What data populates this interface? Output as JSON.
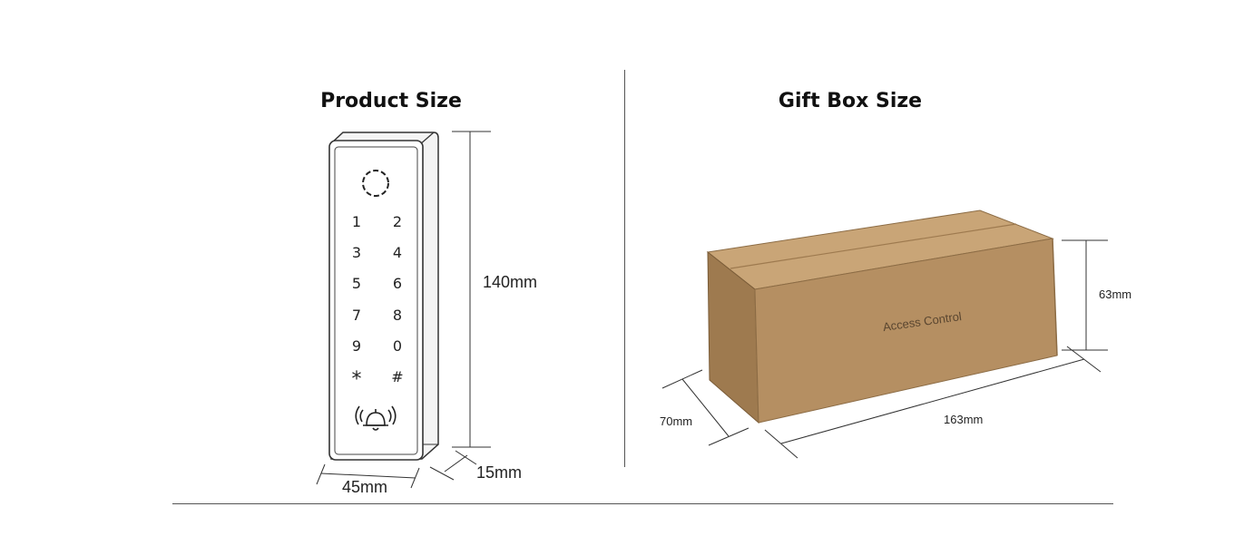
{
  "product": {
    "title": "Product Size",
    "keys": [
      "1",
      "2",
      "3",
      "4",
      "5",
      "6",
      "7",
      "8",
      "9",
      "0",
      "*",
      "#"
    ],
    "height_label": "140mm",
    "width_label": "45mm",
    "depth_label": "15mm"
  },
  "giftbox": {
    "title": "Gift Box Size",
    "box_text": "Access Control",
    "height_label": "63mm",
    "depth_label": "70mm",
    "length_label": "163mm"
  },
  "colors": {
    "cardboard_front": "#b58f62",
    "cardboard_side": "#9e7a4f",
    "cardboard_top": "#c9a577",
    "divider": "#555555"
  }
}
